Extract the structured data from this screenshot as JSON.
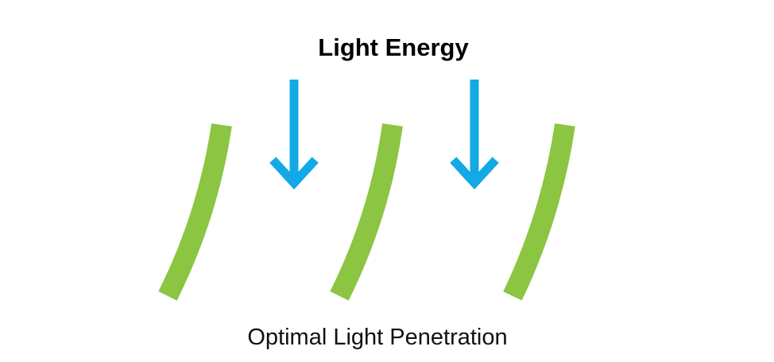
{
  "diagram": {
    "title": "Light Energy",
    "caption": "Optimal Light Penetration",
    "elements": {
      "arrows": [
        {
          "name": "light-arrow-1",
          "direction": "down"
        },
        {
          "name": "light-arrow-2",
          "direction": "down"
        }
      ],
      "leaves": [
        {
          "name": "leaf-1"
        },
        {
          "name": "leaf-2"
        },
        {
          "name": "leaf-3"
        }
      ]
    },
    "colors": {
      "arrow": "#12A9E6",
      "leaf": "#8BC541",
      "text": "#000000"
    }
  }
}
